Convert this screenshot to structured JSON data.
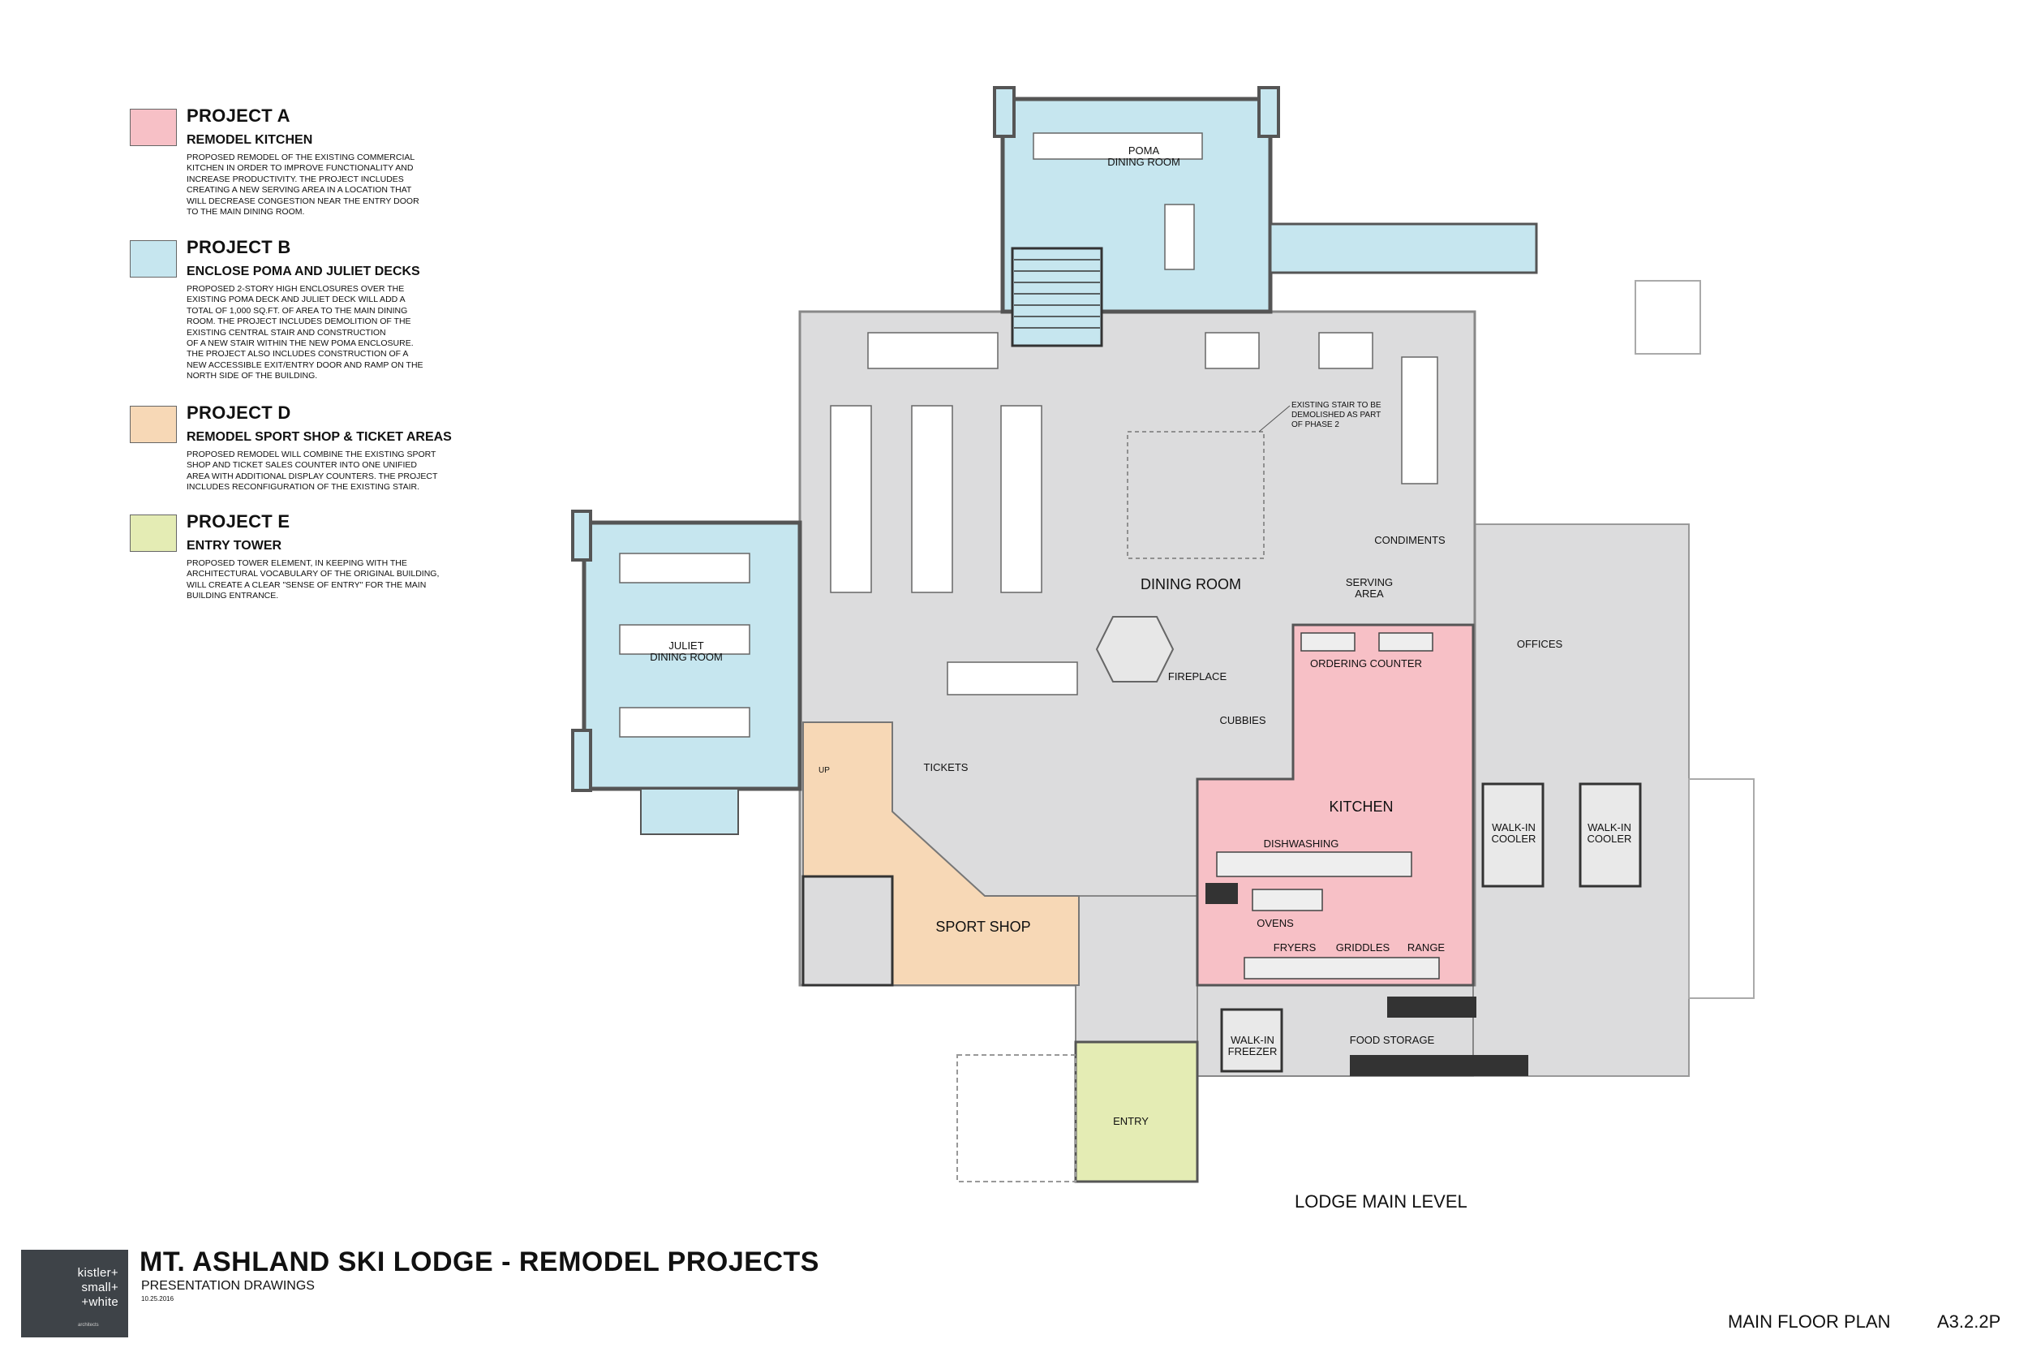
{
  "legend": [
    {
      "id": "a",
      "title": "PROJECT A",
      "subtitle": "REMODEL KITCHEN",
      "color": "#f7c0c6",
      "description": "PROPOSED REMODEL OF THE EXISTING COMMERCIAL\nKITCHEN IN ORDER TO IMPROVE FUNCTIONALITY AND\nINCREASE PRODUCTIVITY.  THE PROJECT INCLUDES\nCREATING A NEW SERVING AREA IN A LOCATION THAT\nWILL DECREASE CONGESTION NEAR THE ENTRY DOOR\nTO THE MAIN DINING ROOM."
    },
    {
      "id": "b",
      "title": "PROJECT B",
      "subtitle": "ENCLOSE POMA AND JULIET DECKS",
      "color": "#c6e6ef",
      "description": "PROPOSED 2-STORY HIGH ENCLOSURES OVER THE\nEXISTING POMA DECK AND JULIET DECK WILL ADD A\nTOTAL OF 1,000 SQ.FT. OF AREA TO THE MAIN DINING\nROOM.  THE PROJECT INCLUDES DEMOLITION OF THE\nEXISTING CENTRAL STAIR AND CONSTRUCTION\nOF A NEW STAIR WITHIN THE NEW POMA ENCLOSURE.\nTHE PROJECT ALSO INCLUDES CONSTRUCTION OF A\nNEW ACCESSIBLE EXIT/ENTRY DOOR AND RAMP ON THE\nNORTH SIDE OF THE BUILDING."
    },
    {
      "id": "d",
      "title": "PROJECT D",
      "subtitle": "REMODEL SPORT SHOP & TICKET AREAS",
      "color": "#f7d8b6",
      "description": "PROPOSED REMODEL WILL COMBINE THE  EXISTING SPORT\nSHOP AND TICKET SALES COUNTER INTO ONE UNIFIED\nAREA WITH ADDITIONAL DISPLAY COUNTERS.  THE PROJECT\nINCLUDES RECONFIGURATION OF THE EXISTING STAIR."
    },
    {
      "id": "e",
      "title": "PROJECT E",
      "subtitle": "ENTRY TOWER",
      "color": "#e4ecb4",
      "description": "PROPOSED TOWER ELEMENT, IN KEEPING WITH THE\nARCHITECTURAL VOCABULARY OF THE ORIGINAL BUILDING,\nWILL CREATE A CLEAR \"SENSE OF ENTRY\" FOR THE MAIN\nBUILDING ENTRANCE."
    }
  ],
  "rooms": {
    "poma_1": "POMA",
    "poma_2": "DINING ROOM",
    "juliet_1": "JULIET",
    "juliet_2": "DINING ROOM",
    "dining_room": "DINING ROOM",
    "condiments": "CONDIMENTS",
    "serving_1": "SERVING",
    "serving_2": "AREA",
    "ordering_counter": "ORDERING COUNTER",
    "offices": "OFFICES",
    "fireplace": "FIREPLACE",
    "cubbies": "CUBBIES",
    "kitchen": "KITCHEN",
    "dishwashing": "DISHWASHING",
    "ovens": "OVENS",
    "fryers": "FRYERS",
    "griddles": "GRIDDLES",
    "range": "RANGE",
    "tickets": "TICKETS",
    "sport_shop": "SPORT SHOP",
    "up": "UP",
    "walkin_cooler_1a": "WALK-IN",
    "walkin_cooler_1b": "COOLER",
    "walkin_cooler_2a": "WALK-IN",
    "walkin_cooler_2b": "COOLER",
    "walkin_freezer_a": "WALK-IN",
    "walkin_freezer_b": "FREEZER",
    "food_storage": "FOOD STORAGE",
    "entry": "ENTRY"
  },
  "note": {
    "line1": "EXISTING STAIR TO BE",
    "line2": "DEMOLISHED AS PART",
    "line3": "OF PHASE 2"
  },
  "level_label": "LODGE MAIN LEVEL",
  "title_block": {
    "logo_line1": "kistler+",
    "logo_line2": "small+",
    "logo_line3": "+white",
    "logo_line4": "architects",
    "project_title": "MT. ASHLAND SKI LODGE - REMODEL PROJECTS",
    "subtitle": "PRESENTATION DRAWINGS",
    "date": "10.25.2016",
    "sheet_name": "MAIN FLOOR PLAN",
    "sheet_number": "A3.2.2P"
  },
  "colors": {
    "base_floor": "#dcdcdd",
    "wall": "#555555",
    "project_a": "#f7c0c6",
    "project_b": "#c6e6ef",
    "project_d": "#f7d8b6",
    "project_e": "#e4ecb4",
    "logo_bg": "#3e4348"
  }
}
